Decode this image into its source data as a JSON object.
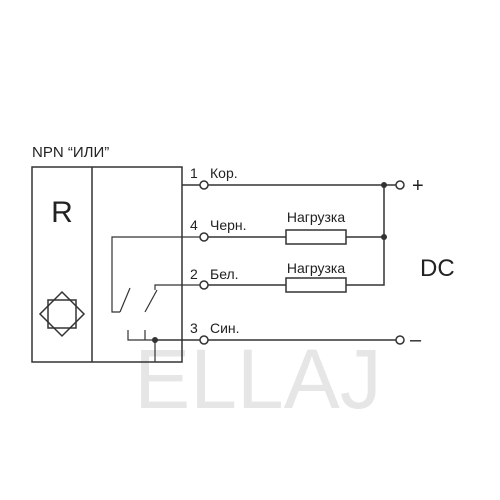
{
  "title": "NPN “ИЛИ”",
  "sensor_label": "R",
  "terminals": [
    {
      "number": "1",
      "name": "Кор."
    },
    {
      "number": "4",
      "name": "Черн."
    },
    {
      "number": "2",
      "name": "Бел."
    },
    {
      "number": "3",
      "name": "Син."
    }
  ],
  "loads": [
    "Нагрузка",
    "Нагрузка"
  ],
  "supply": {
    "plus": "+",
    "minus": "–",
    "label": "DC"
  },
  "watermark": "ELLAJ",
  "colors": {
    "line": "#333333",
    "text": "#222222",
    "watermark": "#e6e6e6",
    "background": "#ffffff"
  }
}
